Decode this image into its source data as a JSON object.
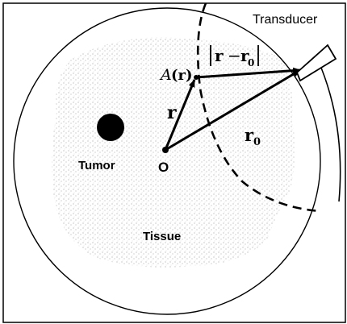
{
  "labels": {
    "transducer": "Transducer",
    "tumor": "Tumor",
    "origin": "O",
    "tissue": "Tissue",
    "pressure_fn": "A",
    "pressure_arg": "(r)",
    "vec_r": "r",
    "vec_r0": "r",
    "vec_r0_sub": "0",
    "distance_r": "r",
    "distance_minus": "−",
    "distance_r0": "r",
    "distance_r0_sub": "0"
  },
  "colors": {
    "ink": "#000000",
    "tissue_speckle": "#8a8a8a",
    "background": "#ffffff"
  }
}
